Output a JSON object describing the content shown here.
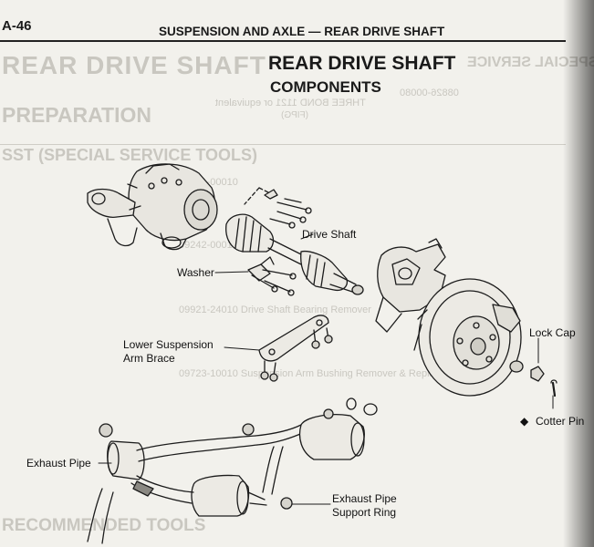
{
  "page": {
    "number": "A-46",
    "running_header": "SUSPENSION AND AXLE — REAR DRIVE SHAFT",
    "title": "REAR DRIVE SHAFT",
    "subtitle": "COMPONENTS"
  },
  "labels": {
    "drive_shaft": "Drive Shaft",
    "washer": "Washer",
    "lower_suspension_line1": "Lower Suspension",
    "lower_suspension_line2": "Arm Brace",
    "lock_cap": "Lock Cap",
    "cotter_pin": "Cotter Pin",
    "cotter_pin_marker": "◆",
    "exhaust_pipe": "Exhaust Pipe",
    "support_ring_line1": "Exhaust Pipe",
    "support_ring_line2": "Support Ring"
  },
  "bleed_through": {
    "big_title": "REAR DRIVE SHAFT",
    "preparation": "PREPARATION",
    "sst": "SST (SPECIAL SERVICE TOOLS)",
    "recommended": "RECOMMENDED TOOLS",
    "special_mirror": "SPECIAL SERVICE",
    "part_no_1": "08826-00080",
    "threebond": "THREE BOND 1121 or equivalent",
    "fipg": "(FIPG)",
    "tool_1": "09921-00010",
    "tool_2": "09242-00010",
    "tool_3": "09921-24010  Drive Shaft Bearing Remover",
    "tool_4": "09723-10010  Suspension Arm Bushing Remover & Replacer"
  }
}
